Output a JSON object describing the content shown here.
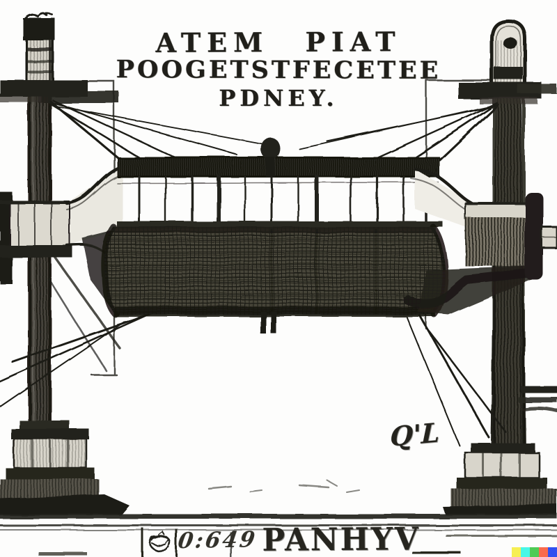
{
  "artwork": {
    "style": "pencil-patent-drawing",
    "ink_color": "#1c1b16",
    "title_lines": [
      "ATEM PIAT",
      "POOGETSTFECETEE",
      "PDNEY."
    ],
    "annotation": "Q'L",
    "title_block": {
      "stamp_symbol": "circular-seal-scribble",
      "left_code": "0:649",
      "name_plate": "PANHYV"
    },
    "watermark_colors": [
      "#F6EF53",
      "#49F7E7",
      "#4ECB55",
      "#FA6A4C",
      "#3150F0"
    ]
  }
}
